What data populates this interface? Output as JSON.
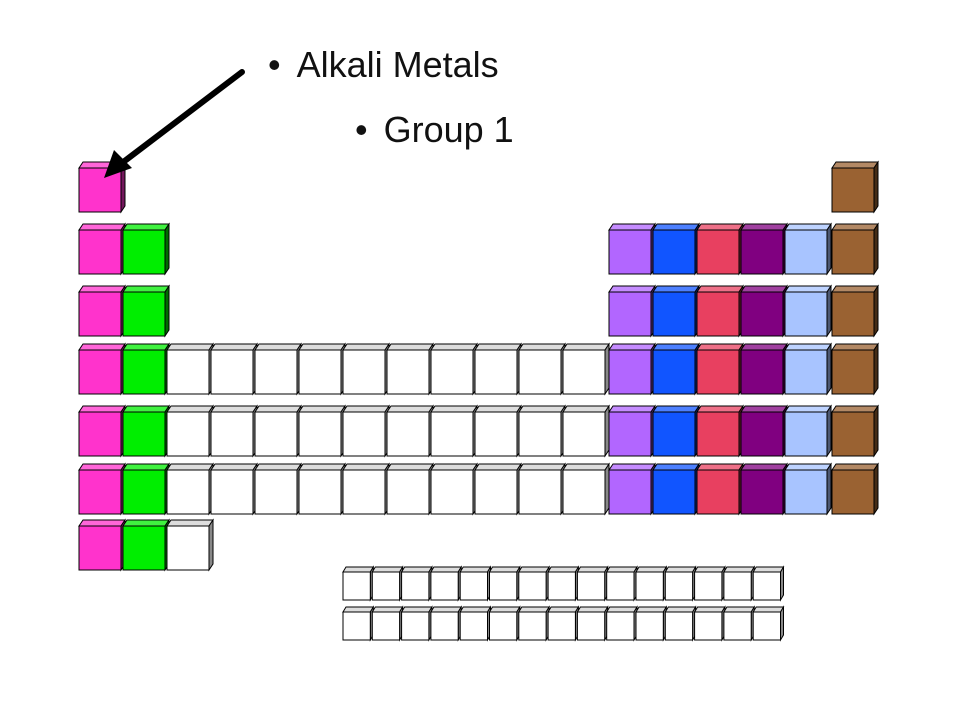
{
  "bullets": [
    {
      "text": "Alkali Metals"
    },
    {
      "text": "Group 1"
    }
  ],
  "bullet_glyph": "•",
  "colors": {
    "alkali": "#ff33cc",
    "alkaline_earth": "#00ee00",
    "transition": "#ffffff",
    "lilac": "#b266ff",
    "blue": "#1155ff",
    "red": "#e84060",
    "purple": "#800080",
    "light_blue": "#a8c4ff",
    "noble": "#9a6232",
    "outline": "#000000"
  },
  "table": {
    "main_rows": [
      {
        "left": [
          "alkali"
        ],
        "right": [
          "noble"
        ]
      },
      {
        "left": [
          "alkali",
          "alkaline_earth"
        ],
        "right": [
          "lilac",
          "blue",
          "red",
          "purple",
          "light_blue",
          "noble"
        ]
      },
      {
        "left": [
          "alkali",
          "alkaline_earth"
        ],
        "right": [
          "lilac",
          "blue",
          "red",
          "purple",
          "light_blue",
          "noble"
        ]
      },
      {
        "left": [
          "alkali",
          "alkaline_earth",
          "transition",
          "transition",
          "transition",
          "transition",
          "transition",
          "transition",
          "transition",
          "transition",
          "transition",
          "transition"
        ],
        "right": [
          "lilac",
          "blue",
          "red",
          "purple",
          "light_blue",
          "noble"
        ]
      },
      {
        "left": [
          "alkali",
          "alkaline_earth",
          "transition",
          "transition",
          "transition",
          "transition",
          "transition",
          "transition",
          "transition",
          "transition",
          "transition",
          "transition"
        ],
        "right": [
          "lilac",
          "blue",
          "red",
          "purple",
          "light_blue",
          "noble"
        ]
      },
      {
        "left": [
          "alkali",
          "alkaline_earth",
          "transition",
          "transition",
          "transition",
          "transition",
          "transition",
          "transition",
          "transition",
          "transition",
          "transition",
          "transition"
        ],
        "right": [
          "lilac",
          "blue",
          "red",
          "purple",
          "light_blue",
          "noble"
        ]
      },
      {
        "left": [
          "alkali",
          "alkaline_earth",
          "transition"
        ],
        "right": []
      }
    ],
    "f_block_rows": 2,
    "f_block_cells_per_row": 15
  },
  "annotation": {
    "arrow_target": "alkali-group-1",
    "arrow_icon": "arrow-pointer-icon"
  }
}
